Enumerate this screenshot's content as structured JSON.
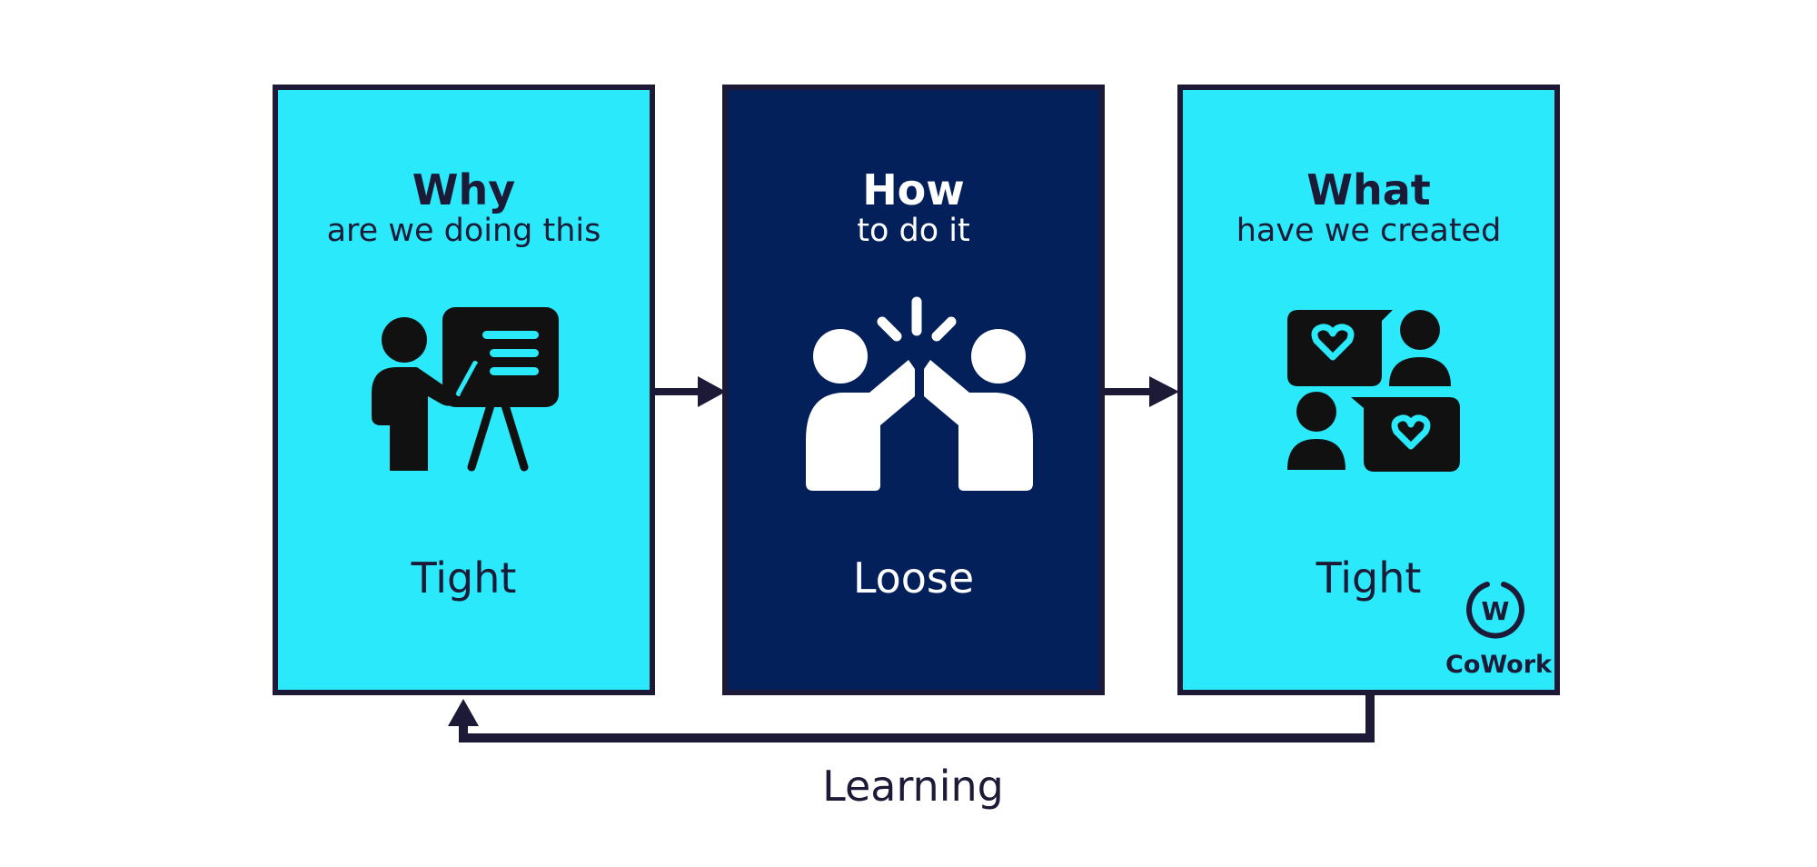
{
  "cards": {
    "why": {
      "title": "Why",
      "subtitle": "are we doing this",
      "footer": "Tight"
    },
    "how": {
      "title": "How",
      "subtitle": "to do it",
      "footer": "Loose"
    },
    "what": {
      "title": "What",
      "subtitle": "have we created",
      "footer": "Tight"
    }
  },
  "feedback_label": "Learning",
  "logo": {
    "text": "CoWork",
    "monogram": "W"
  },
  "icons": {
    "why": "presenter-board-icon",
    "how": "high-five-icon",
    "what": "people-chat-hearts-icon"
  },
  "colors": {
    "cyan": "#29e9fb",
    "navy": "#04205b",
    "ink": "#1c1a36",
    "white": "#ffffff"
  }
}
